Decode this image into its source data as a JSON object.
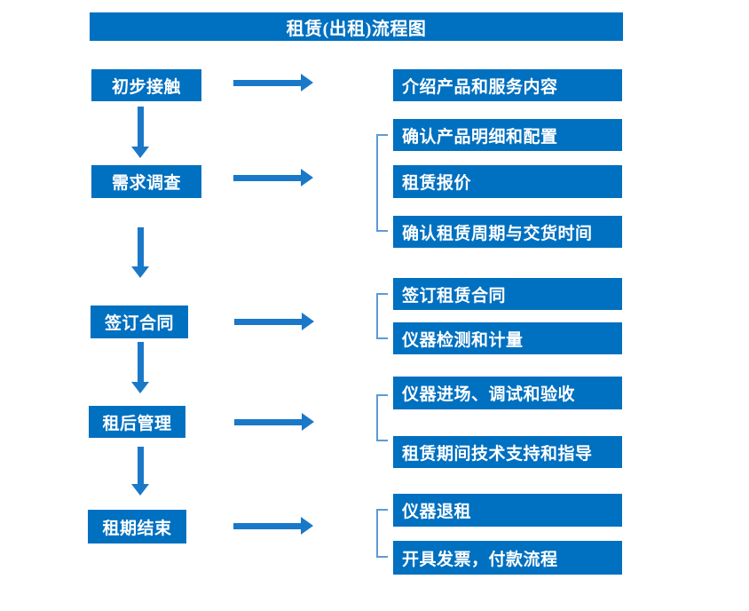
{
  "title": "租赁(出租)流程图",
  "colors": {
    "box": "#0070C0",
    "arrow": "#1A78C8",
    "bracket": "#5B9BD5",
    "text": "#FFFFFF",
    "background": "#FFFFFF"
  },
  "steps": [
    {
      "label": "初步接触",
      "outputs": [
        "介绍产品和服务内容"
      ]
    },
    {
      "label": "需求调查",
      "outputs": [
        "确认产品明细和配置",
        "租赁报价",
        "确认租赁周期与交货时间"
      ]
    },
    {
      "label": "签订合同",
      "outputs": [
        "签订租赁合同",
        "仪器检测和计量"
      ]
    },
    {
      "label": "租后管理",
      "outputs": [
        "仪器进场、调试和验收",
        "租赁期间技术支持和指导"
      ]
    },
    {
      "label": "租期结束",
      "outputs": [
        "仪器退租",
        "开具发票，付款流程"
      ]
    }
  ]
}
